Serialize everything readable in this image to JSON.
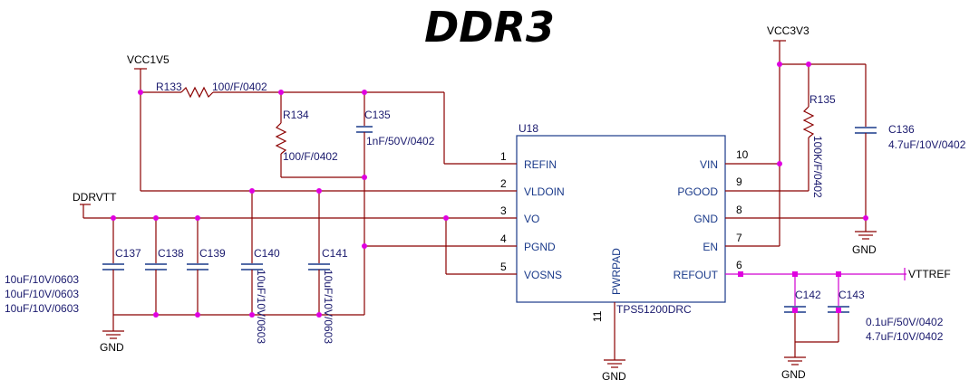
{
  "title": "DDR3",
  "nets": {
    "vcc1v5": "VCC1V5",
    "vcc3v3": "VCC3V3",
    "ddrvtt": "DDRVTT",
    "vttref": "VTTREF",
    "gnd": "GND"
  },
  "ic": {
    "ref": "U18",
    "part": "TPS51200DRC",
    "pins_left": [
      {
        "num": "1",
        "name": "REFIN"
      },
      {
        "num": "2",
        "name": "VLDOIN"
      },
      {
        "num": "3",
        "name": "VO"
      },
      {
        "num": "4",
        "name": "PGND"
      },
      {
        "num": "5",
        "name": "VOSNS"
      }
    ],
    "pins_right": [
      {
        "num": "10",
        "name": "VIN"
      },
      {
        "num": "9",
        "name": "PGOOD"
      },
      {
        "num": "8",
        "name": "GND"
      },
      {
        "num": "7",
        "name": "EN"
      },
      {
        "num": "6",
        "name": "REFOUT"
      }
    ],
    "pin_bottom": {
      "num": "11",
      "name": "PWRPAD"
    }
  },
  "components": {
    "r133": {
      "ref": "R133",
      "value": "100/F/0402"
    },
    "r134": {
      "ref": "R134",
      "value": "100/F/0402"
    },
    "r135": {
      "ref": "R135",
      "value": "100K/F/0402"
    },
    "c135": {
      "ref": "C135",
      "value": "1nF/50V/0402"
    },
    "c136": {
      "ref": "C136",
      "value": "4.7uF/10V/0402"
    },
    "c137": {
      "ref": "C137"
    },
    "c138": {
      "ref": "C138"
    },
    "c139": {
      "ref": "C139"
    },
    "c140": {
      "ref": "C140",
      "value": "10uF/10V/0603"
    },
    "c141": {
      "ref": "C141",
      "value": "10uF/10V/0603"
    },
    "c142": {
      "ref": "C142"
    },
    "c143": {
      "ref": "C143"
    }
  },
  "value_notes": {
    "c137_139": [
      "10uF/10V/0603",
      "10uF/10V/0603",
      "10uF/10V/0603"
    ],
    "c142_143": [
      "0.1uF/50V/0402",
      "4.7uF/10V/0402"
    ]
  }
}
